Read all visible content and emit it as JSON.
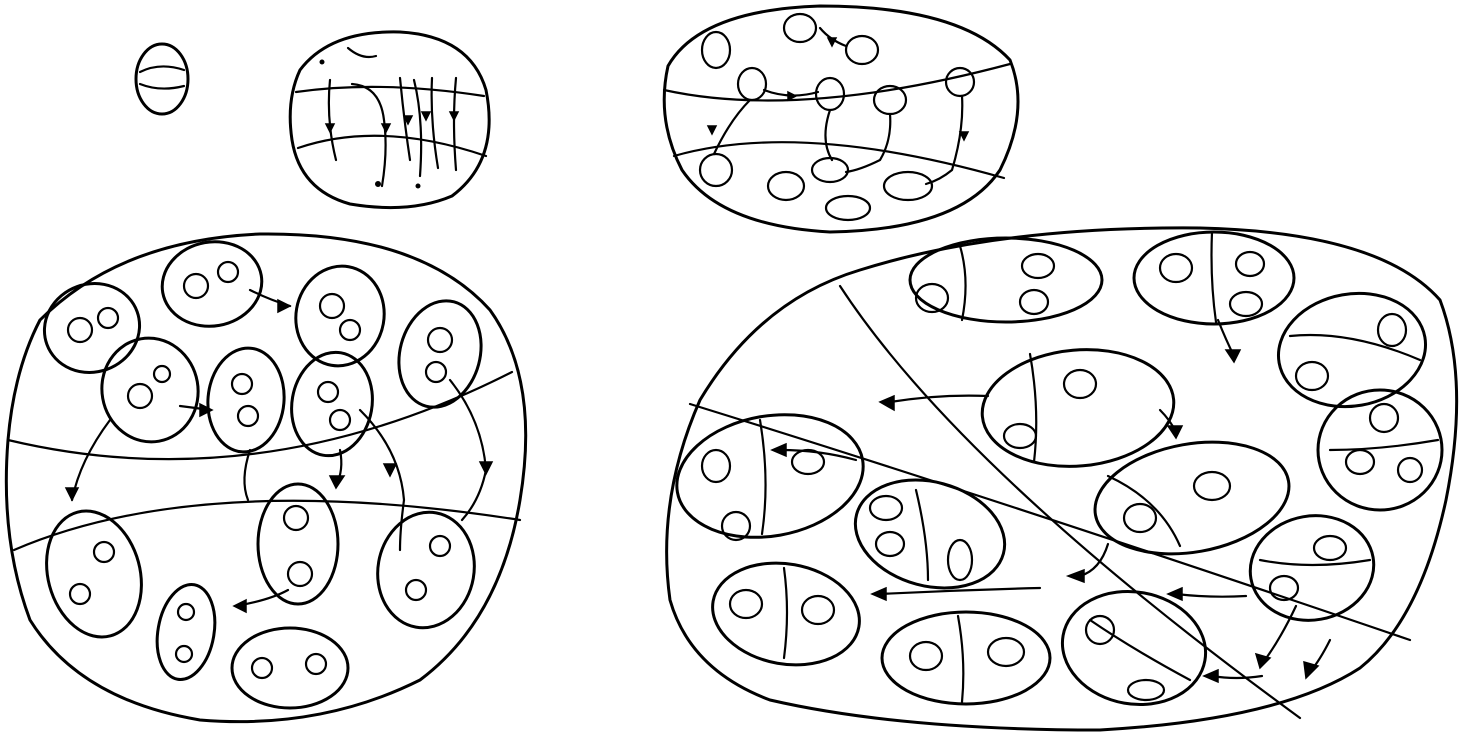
{
  "diagram": {
    "ink_color": "#000000",
    "background_color": "#ffffff",
    "panels": [
      {
        "id": "single-cell"
      },
      {
        "id": "early-division"
      },
      {
        "id": "dispersed-pairs"
      },
      {
        "id": "grouped-clusters"
      },
      {
        "id": "complex-clusters"
      }
    ]
  }
}
